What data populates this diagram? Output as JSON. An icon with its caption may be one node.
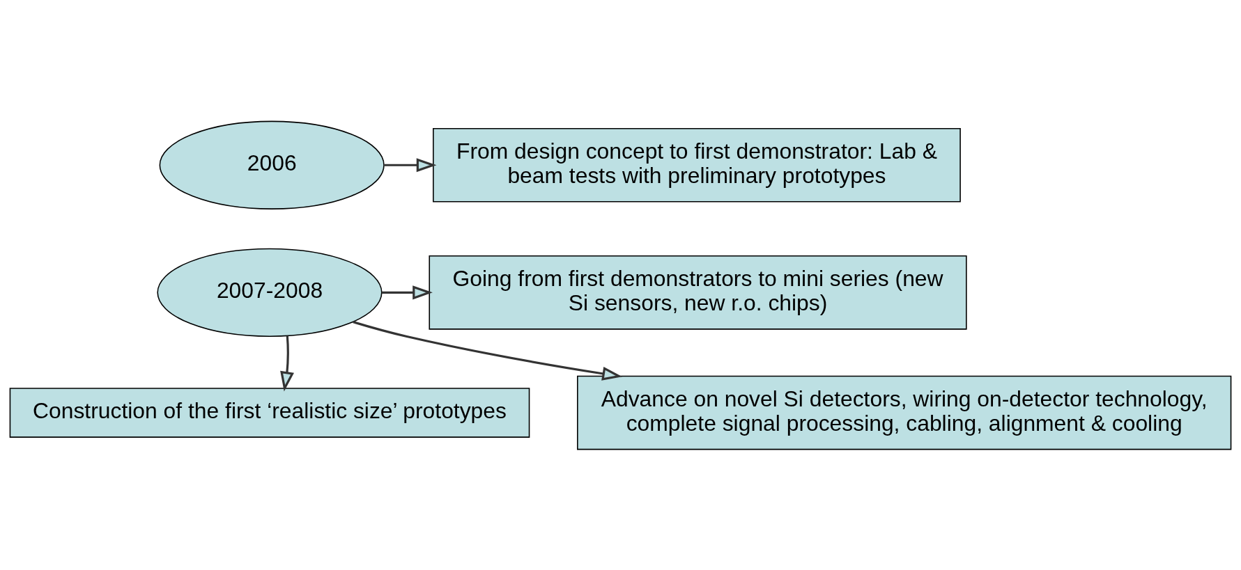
{
  "diagram": {
    "nodes": [
      {
        "text": [
          "2006"
        ]
      },
      {
        "text": [
          "From design concept to first demonstrator: Lab & beam tests with preliminary prototypes"
        ]
      },
      {
        "text": [
          "2007-2008"
        ]
      },
      {
        "text": [
          "Going from first demonstrators to mini series (new Si sensors, new r.o. chips)"
        ]
      },
      {
        "text": [
          "Construction of the first ‘realistic size’ prototypes"
        ]
      },
      {
        "text": [
          "Advance on novel Si detectors, wiring on-detector technology, complete signal processing, cabling, alignment & cooling"
        ]
      }
    ],
    "edges": [
      {
        "from": 0,
        "to": 1,
        "arrow": "to"
      },
      {
        "from": 2,
        "to": 3,
        "arrow": "to"
      },
      {
        "from": 2,
        "to": 4,
        "arrow": "to"
      },
      {
        "from": 2,
        "to": 5,
        "arrow": "to"
      }
    ]
  }
}
